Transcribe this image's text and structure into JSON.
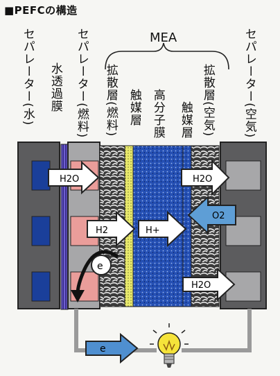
{
  "title": "■PEFCの構造",
  "labels": {
    "separator_water": "セパレーター(水)",
    "water_permeable_membrane": "水透過膜",
    "separator_fuel": "セパレーター(燃料)",
    "diffusion_layer_fuel": "拡散層(燃料)",
    "catalyst_layer_fuel": "触媒層",
    "polymer_membrane": "高分子膜",
    "catalyst_layer_air": "触媒層",
    "diffusion_layer_air": "拡散層(空気)",
    "separator_air": "セパレーター(空気)",
    "mea": "MEA"
  },
  "arrows": {
    "h2o_left": "H2O",
    "h2": "H2",
    "h_plus": "H+",
    "o2": "O2",
    "h2o_right_top": "H2O",
    "h2o_right_bottom": "H2O",
    "electron_circle": "e",
    "electron_bottom": "e"
  },
  "icons": {
    "bulb": "light-bulb-icon"
  },
  "colors": {
    "separator_dark": "#5c5c5e",
    "separator_light": "#a7a7a9",
    "water_channel": "#1a3f9a",
    "fuel_channel": "#ea9d9a",
    "membrane_blue": "#1f4fb0",
    "catalyst_yellow": "#e8e86a",
    "o2_blue": "#5e9ed6",
    "electron_blue": "#4f8fd0",
    "wire": "#9a9a9a"
  }
}
